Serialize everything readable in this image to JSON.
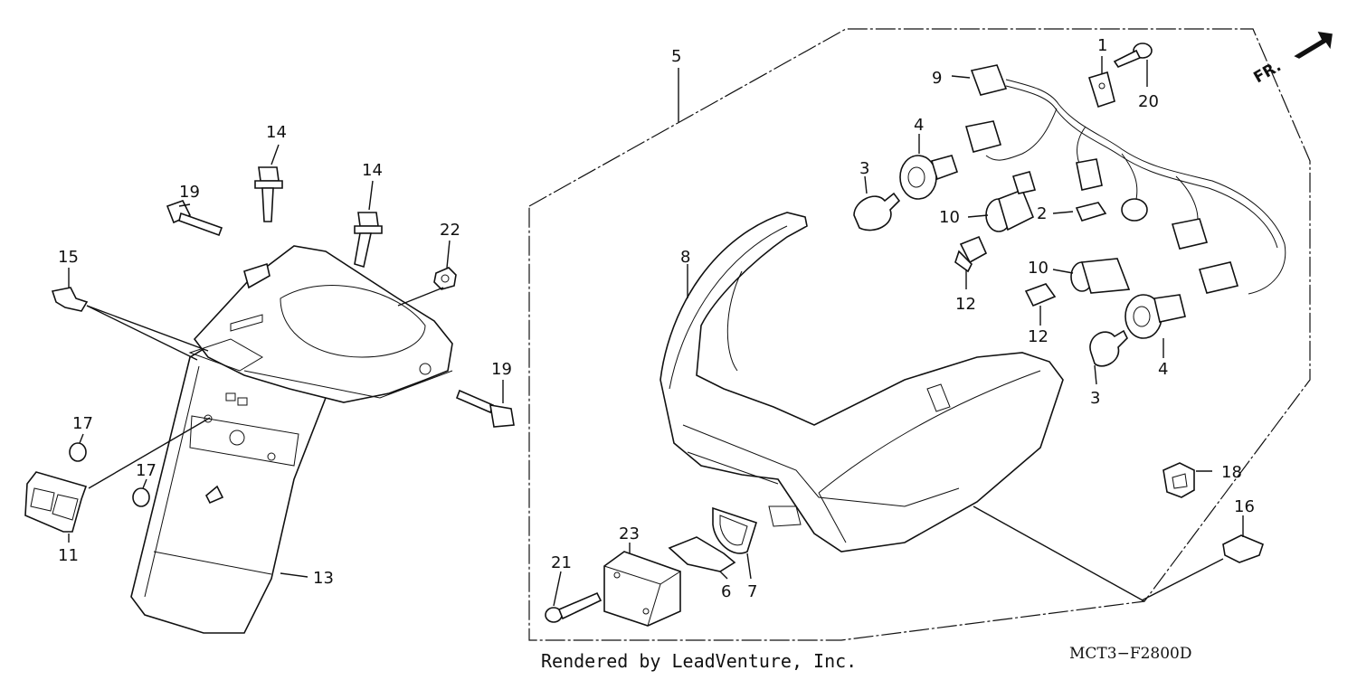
{
  "diagram": {
    "callouts": {
      "c1": "1",
      "c2": "2",
      "c3a": "3",
      "c3b": "3",
      "c4a": "4",
      "c4b": "4",
      "c5": "5",
      "c6": "6",
      "c7": "7",
      "c8": "8",
      "c9": "9",
      "c10a": "10",
      "c10b": "10",
      "c11": "11",
      "c12a": "12",
      "c12b": "12",
      "c13": "13",
      "c14a": "14",
      "c14b": "14",
      "c15": "15",
      "c16": "16",
      "c17a": "17",
      "c17b": "17",
      "c18": "18",
      "c19a": "19",
      "c19b": "19",
      "c20": "20",
      "c21": "21",
      "c22": "22",
      "c23": "23"
    },
    "direction_label": "FR.",
    "diagram_code": "MCT3−F2800D",
    "credit": "Rendered by LeadVenture, Inc."
  }
}
